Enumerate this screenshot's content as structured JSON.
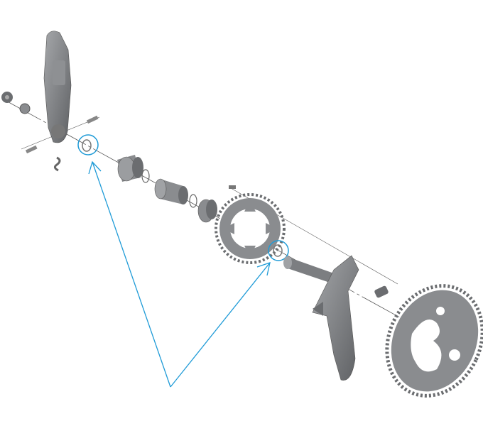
{
  "diagram": {
    "type": "exploded-parts-view",
    "subject": "crankset",
    "parts": [
      "left-crank-arm",
      "crank-cap",
      "fixing-bolts",
      "bb-cup-left",
      "spacer-ring",
      "bb-sleeve",
      "bb-cup-right",
      "small-chainring",
      "right-crank-arm",
      "large-chainring",
      "chainring-bolt"
    ],
    "highlighted_parts": [
      "spacer-ring-left",
      "spacer-ring-right"
    ],
    "colors": {
      "highlight": "#1f9bd7",
      "part_dark": "#6b6d70",
      "part_mid": "#8a8c8f",
      "part_light": "#b4b6b8",
      "axis_line": "#555555"
    }
  }
}
